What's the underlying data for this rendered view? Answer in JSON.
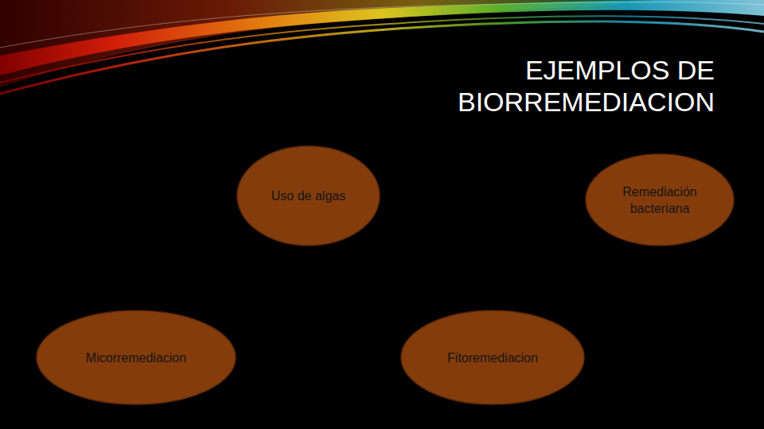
{
  "diagram": {
    "title": "EJEMPLOS DE BIORREMEDIACION",
    "nodes": [
      {
        "text": [
          "Uso de algas"
        ]
      },
      {
        "text": [
          "Remediación bacteriana"
        ]
      },
      {
        "text": [
          "Micorremediacion"
        ]
      },
      {
        "text": [
          "Fitoremediacion"
        ]
      }
    ]
  }
}
